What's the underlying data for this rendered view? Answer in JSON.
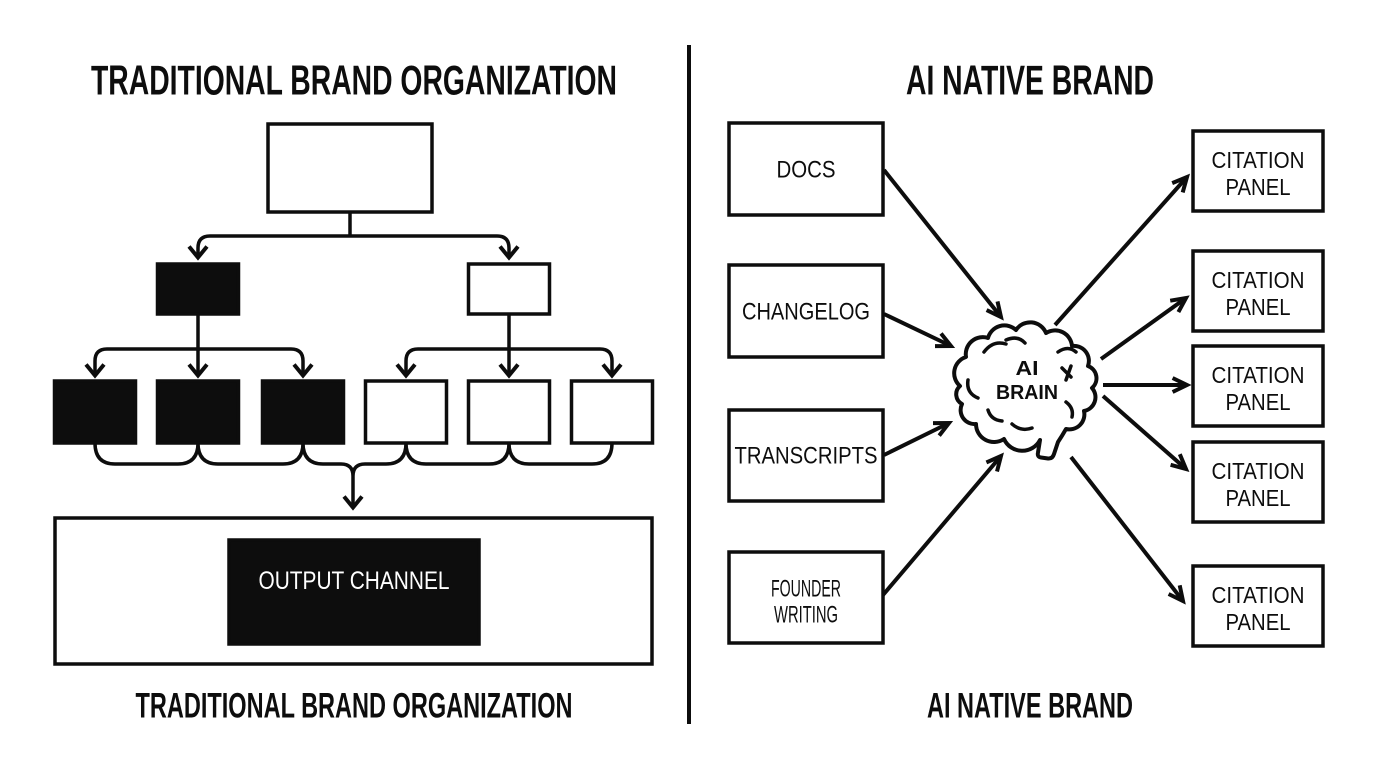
{
  "colors": {
    "background": "#ffffff",
    "ink": "#0d0d0d",
    "filled_box": "#0d0d0d",
    "text_on_black": "#ffffff"
  },
  "left": {
    "title": "TRADITIONAL BRAND ORGANIZATION",
    "caption": "TRADITIONAL BRAND ORGANIZATION",
    "output_channel_label": "OUTPUT CHANNEL",
    "hierarchy": {
      "root_box": "empty",
      "manager_boxes": [
        "black",
        "white"
      ],
      "worker_boxes": [
        "black",
        "black",
        "black",
        "white",
        "white",
        "white"
      ]
    }
  },
  "right": {
    "title": "AI NATIVE BRAND",
    "caption": "AI NATIVE BRAND",
    "brain": {
      "line1": "AI",
      "line2": "BRAIN",
      "icon": "brain-icon"
    },
    "sources": [
      {
        "label": "DOCS"
      },
      {
        "label": "CHANGELOG"
      },
      {
        "label": "TRANSCRIPTS"
      },
      {
        "label": "FOUNDER",
        "label2": "WRITING"
      }
    ],
    "citation_panels": [
      {
        "line1": "CITATION",
        "line2": "PANEL"
      },
      {
        "line1": "CITATION",
        "line2": "PANEL"
      },
      {
        "line1": "CITATION",
        "line2": "PANEL"
      },
      {
        "line1": "CITATION",
        "line2": "PANEL"
      },
      {
        "line1": "CITATION",
        "line2": "PANEL"
      }
    ]
  }
}
